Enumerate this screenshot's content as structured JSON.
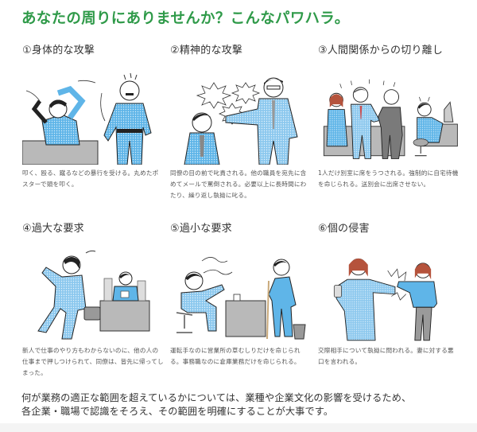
{
  "title": "あなたの周りにありませんか？こんなパワハラ。",
  "colors": {
    "title_green": "#2f9a49",
    "uniform_blue": "#5fb5e8",
    "suit_blue": "#8cc8ee",
    "desk_gray": "#b9b9b9",
    "text_gray": "#555555"
  },
  "cards": [
    {
      "number": "①",
      "heading": "①身体的な攻撃",
      "illustration": "physical-attack-scene",
      "description": "叩く、殴る、蹴るなどの暴行を受ける。丸めたポスターで頭を叩く。"
    },
    {
      "number": "②",
      "heading": "②精神的な攻撃",
      "illustration": "verbal-abuse-scene",
      "description": "同僚の目の前で叱責される。他の職員を宛先に含めてメールで罵倒される。必要以上に長時間にわたり、繰り返し執拗に叱る。"
    },
    {
      "number": "③",
      "heading": "③人間関係からの切り離し",
      "illustration": "isolation-scene",
      "description": "1人だけ別室に席をうつされる。強制的に自宅待機を命じられる。送別会に出席させない。"
    },
    {
      "number": "④",
      "heading": "④過大な要求",
      "illustration": "excessive-demand-scene",
      "description": "新人で仕事のやり方もわからないのに、他の人の仕事まで押しつけられて、同僚は、皆先に帰ってしまった。"
    },
    {
      "number": "⑤",
      "heading": "⑤過小な要求",
      "illustration": "underwork-demand-scene",
      "description": "運転手なのに営業所の草むしりだけを命じられる。事務職なのに倉庫業務だけを命じられる。"
    },
    {
      "number": "⑥",
      "heading": "⑥個の侵害",
      "illustration": "privacy-invasion-scene",
      "description": "交際相手について執拗に問われる。妻に対する悪口を言われる。"
    }
  ],
  "footer": {
    "line1": "何が業務の適正な範囲を超えているかについては、業種や企業文化の影響を受けるため、",
    "line2": "各企業・職場で認識をそろえ、その範囲を明確にすることが大事です。"
  }
}
